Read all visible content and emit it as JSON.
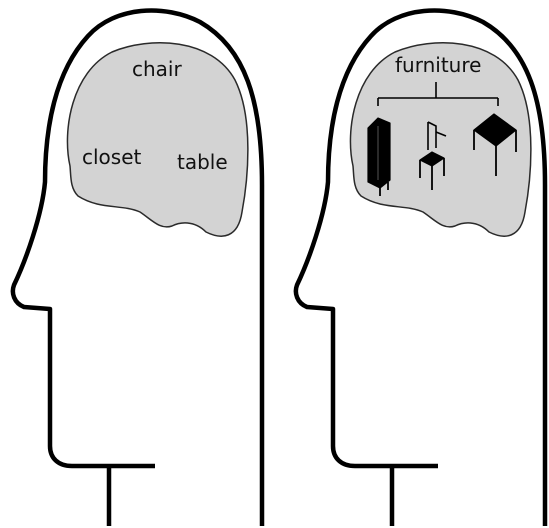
{
  "left_head": {
    "words": [
      "chair",
      "closet",
      "table"
    ]
  },
  "right_head": {
    "category_label": "furniture",
    "items": [
      "closet-icon",
      "chair-icon",
      "table-icon"
    ]
  },
  "colors": {
    "brain_fill": "#d3d3d3",
    "outline": "#000000",
    "background": "#ffffff"
  }
}
